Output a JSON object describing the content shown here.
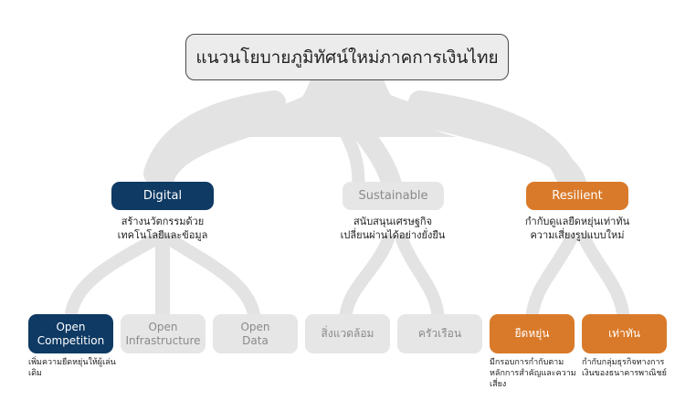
{
  "root": {
    "label": "แนวนโยบายภูมิทัศน์ใหม่ภาคการเงินไทย"
  },
  "pillars": [
    {
      "label": "Digital",
      "description": "สร้างนวัตกรรมด้วย\nเทคโนโลยีและข้อมูล",
      "state": "active",
      "color": "#0e3a64"
    },
    {
      "label": "Sustainable",
      "description": "สนับสนุนเศรษฐกิจ\nเปลี่ยนผ่านได้อย่างยั่งยืน",
      "state": "inactive",
      "color": "#e6e6e6"
    },
    {
      "label": "Resilient",
      "description": "กำกับดูแลยืดหยุ่นเท่าทัน\nความเสี่ยงรูปแบบใหม่",
      "state": "active",
      "color": "#d97a2a"
    }
  ],
  "leaves": [
    {
      "label": "Open\nCompetition",
      "note": "เพิ่มความยืดหยุ่นให้ผู้เล่น\nเดิม",
      "state": "active"
    },
    {
      "label": "Open\nInfrastructure",
      "note": "",
      "state": "inactive"
    },
    {
      "label": "Open\nData",
      "note": "",
      "state": "inactive"
    },
    {
      "label": "สิ่งแวดล้อม",
      "note": "",
      "state": "inactive"
    },
    {
      "label": "ครัวเรือน",
      "note": "",
      "state": "inactive"
    },
    {
      "label": "ยืดหยุ่น",
      "note": "มีกรอบการกำกับตาม\nหลักการสำคัญและความ\nเสี่ยง",
      "state": "active"
    },
    {
      "label": "เท่าทัน",
      "note": "กำกับกลุ่มธุรกิจทางการ\nเงินของธนาคารพาณิชย์",
      "state": "active"
    }
  ],
  "colors": {
    "branch": "#e3e3e3",
    "navy": "#0e3a64",
    "orange": "#d97a2a",
    "grey_box": "#e6e6e6",
    "grey_text": "#8a8a8a"
  }
}
